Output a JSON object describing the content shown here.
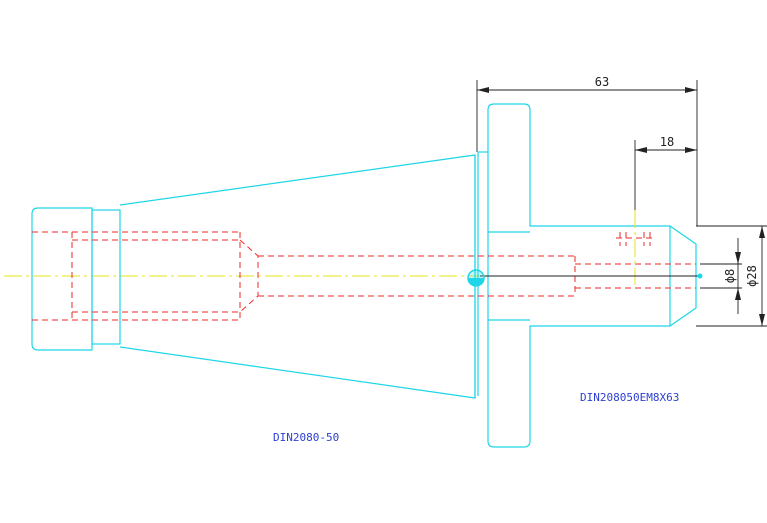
{
  "drawing": {
    "dimensions": {
      "overall_length": "63",
      "hole_depth": "18",
      "bore_diameter": "ϕ8",
      "shank_diameter": "ϕ28"
    },
    "labels": {
      "taper_holder": "DIN2080-50",
      "end_mill_holder": "DIN208050EM8X63"
    },
    "colors": {
      "outline": "#1fd6e8",
      "hidden_lines": "#ee2a2a",
      "center_line": "#e6e619",
      "dimension": "#222222",
      "label_text": "#2b3fd0"
    }
  }
}
